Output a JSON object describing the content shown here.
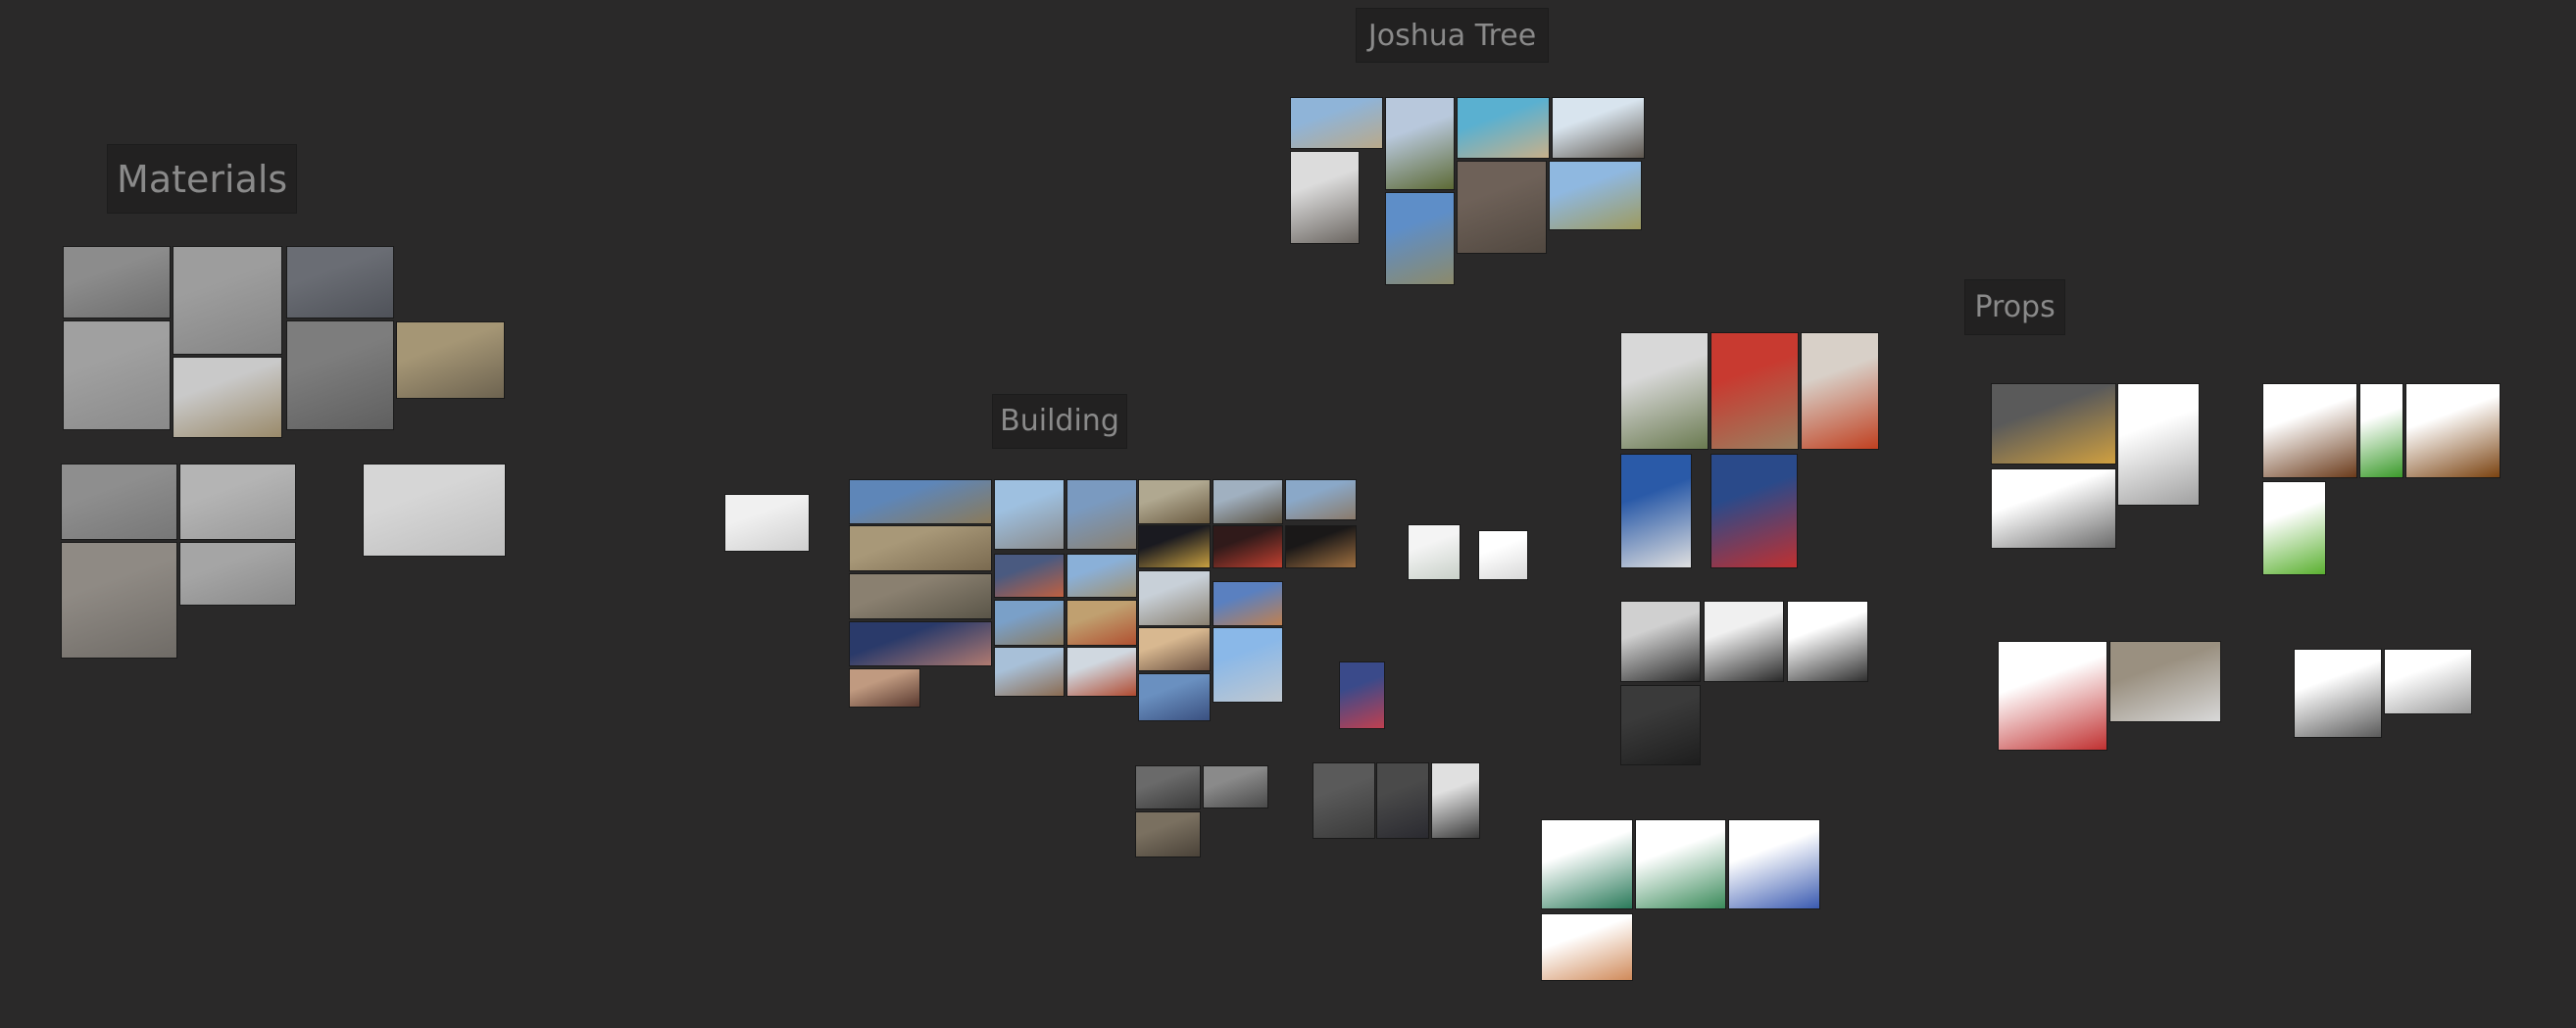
{
  "groups": {
    "joshua_tree": "Joshua Tree",
    "materials": "Materials",
    "building": "Building",
    "props": "Props"
  },
  "colors": {
    "canvas": "#2a2929",
    "label_bg": "#222121",
    "label_text": "#8a8a8a"
  }
}
